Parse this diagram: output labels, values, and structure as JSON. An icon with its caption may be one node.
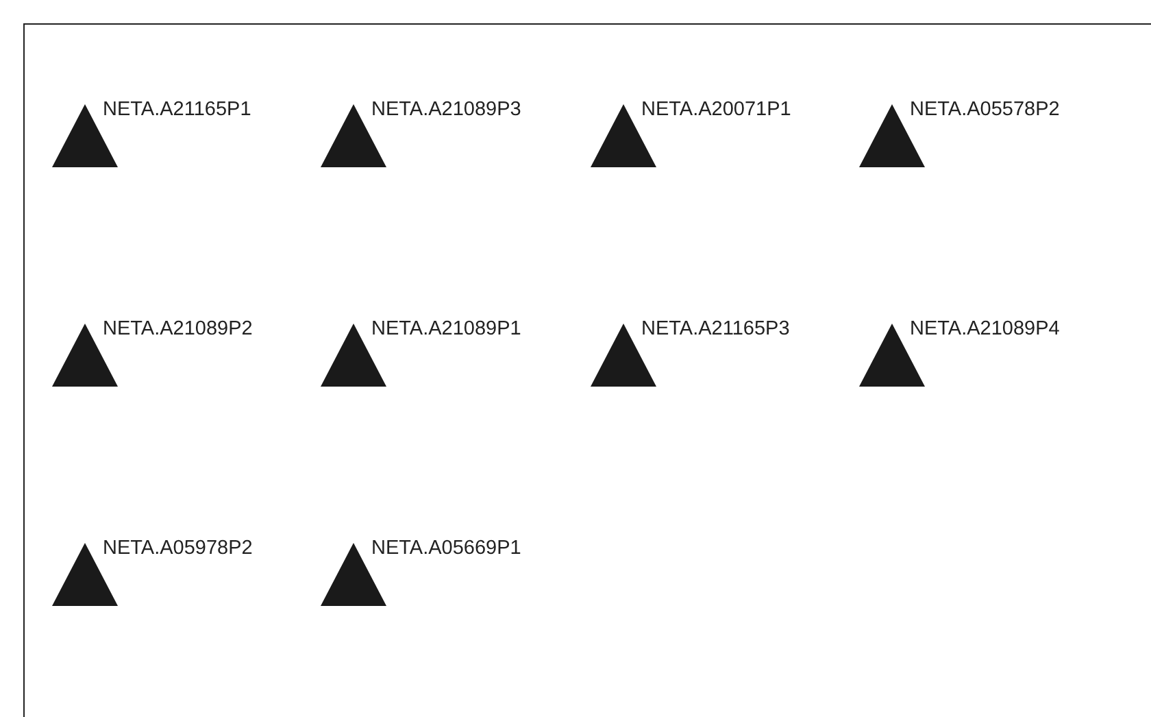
{
  "diagram": {
    "nodes": [
      {
        "text": [
          "NETA.A21165P1"
        ]
      },
      {
        "text": [
          "NETA.A21089P3"
        ]
      },
      {
        "text": [
          "NETA.A20071P1"
        ]
      },
      {
        "text": [
          "NETA.A05578P2"
        ]
      },
      {
        "text": [
          "NETA.A21089P2"
        ]
      },
      {
        "text": [
          "NETA.A21089P1"
        ]
      },
      {
        "text": [
          "NETA.A21165P3"
        ]
      },
      {
        "text": [
          "NETA.A21089P4"
        ]
      },
      {
        "text": [
          "NETA.A05978P2"
        ]
      },
      {
        "text": [
          "NETA.A05669P1"
        ]
      }
    ]
  }
}
